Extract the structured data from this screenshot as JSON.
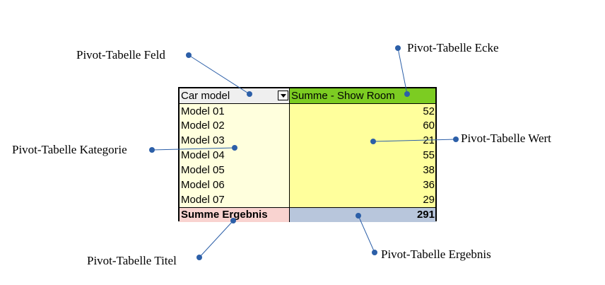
{
  "pivot": {
    "field_label": "Car model",
    "corner_label": "Summe - Show Room",
    "rows": [
      {
        "category": "Model 01",
        "value": "52"
      },
      {
        "category": "Model 02",
        "value": "60"
      },
      {
        "category": "Model 03",
        "value": "21"
      },
      {
        "category": "Model 04",
        "value": "55"
      },
      {
        "category": "Model 05",
        "value": "38"
      },
      {
        "category": "Model 06",
        "value": "36"
      },
      {
        "category": "Model 07",
        "value": "29"
      }
    ],
    "total_label": "Summe Ergebnis",
    "total_value": "291"
  },
  "callouts": {
    "field": "Pivot-Tabelle Feld",
    "corner": "Pivot-Tabelle Ecke",
    "category": "Pivot-Tabelle Kategorie",
    "value": "Pivot-Tabelle Wert",
    "title": "Pivot-Tabelle Titel",
    "result": "Pivot-Tabelle Ergebnis"
  },
  "colors": {
    "field_bg": "#efefef",
    "corner_bg": "#7ccc22",
    "category_bg": "#ffffdd",
    "value_bg": "#ffff9c",
    "total_label_bg": "#f9d3d0",
    "total_value_bg": "#b8c6dc",
    "callout_dot": "#2c5fa8"
  }
}
